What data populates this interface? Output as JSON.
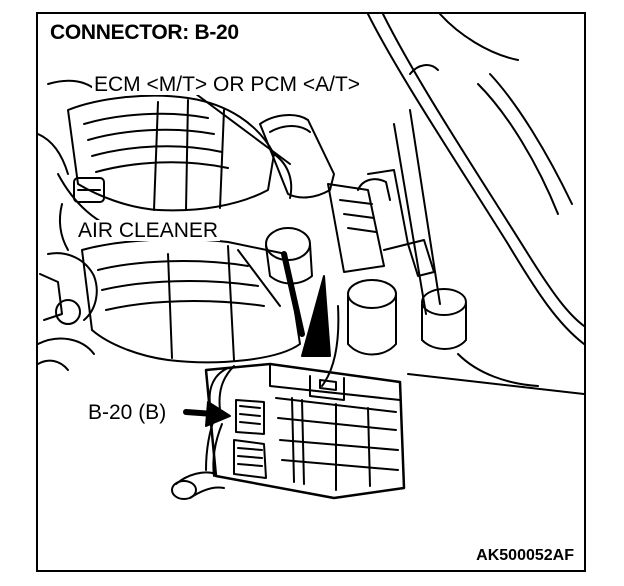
{
  "diagram": {
    "title": "CONNECTOR: B-20",
    "labels": {
      "ecm_pcm": "ECM <M/T> OR PCM <A/T>",
      "air_cleaner": "AIR CLEANER",
      "connector_ref": "B-20 (B)"
    },
    "figure_code": "AK500052AF"
  },
  "colors": {
    "ink": "#000000",
    "background": "#ffffff"
  }
}
